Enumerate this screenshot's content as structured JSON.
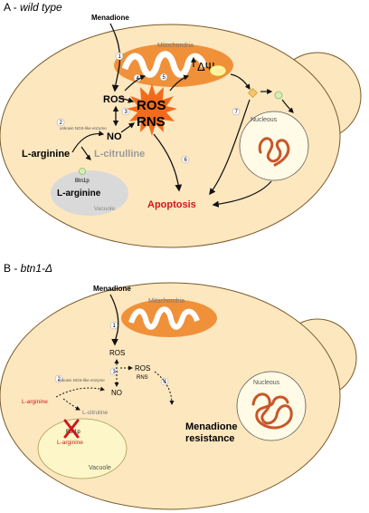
{
  "panel_a": {
    "label_prefix": "A - ",
    "label_italic": "wild type",
    "menadione": "Menadione",
    "mitochondria": "Mitochondria",
    "delta_psi": "ΔΨ",
    "ros": "ROS",
    "no": "NO",
    "burst_ros": "ROS",
    "burst_rns": "RNS",
    "l_arginine": "L-arginine",
    "l_citrulline": "L-citrulline",
    "enzyme": "unkown NOS-like enzyme",
    "btn1p": "Btn1p",
    "vacuole_arginine": "L-arginine",
    "vacuole": "Vacuole",
    "nucleous": "Nucleous",
    "apoptosis": "Apoptosis",
    "steps": [
      "1",
      "2",
      "3",
      "4",
      "5",
      "6",
      "7"
    ]
  },
  "panel_b": {
    "label_prefix": "B - ",
    "label_italic": "btn1-Δ",
    "menadione": "Menadione",
    "mitochondria": "Mitochondria",
    "ros": "ROS",
    "ros2": "ROS",
    "rns": "RNS",
    "no": "NO",
    "l_arginine": "L-arginine",
    "l_citrulline": "L-citruline",
    "enzyme": "unkown NOS-like enzyme",
    "btn1p": "Btn1p",
    "vacuole_arginine": "L-arginine",
    "vacuole": "Vacuole",
    "nucleous": "Nucleous",
    "resistance_line1": "Menadione",
    "resistance_line2": "resistance",
    "steps": [
      "1",
      "2",
      "3",
      "4"
    ]
  },
  "colors": {
    "cell_fill": "#fde7bf",
    "cell_stroke": "#7a5a2a",
    "mito": "#f0913a",
    "burst": "#f26b1d",
    "apoptosis": "#d0181e",
    "vacuole_a": "#d9d9d9",
    "vacuole_b": "#fdf6c8",
    "nucleus_fill": "#fffbe6",
    "chromatin": "#c8562a",
    "x_mark": "#d0181e"
  }
}
